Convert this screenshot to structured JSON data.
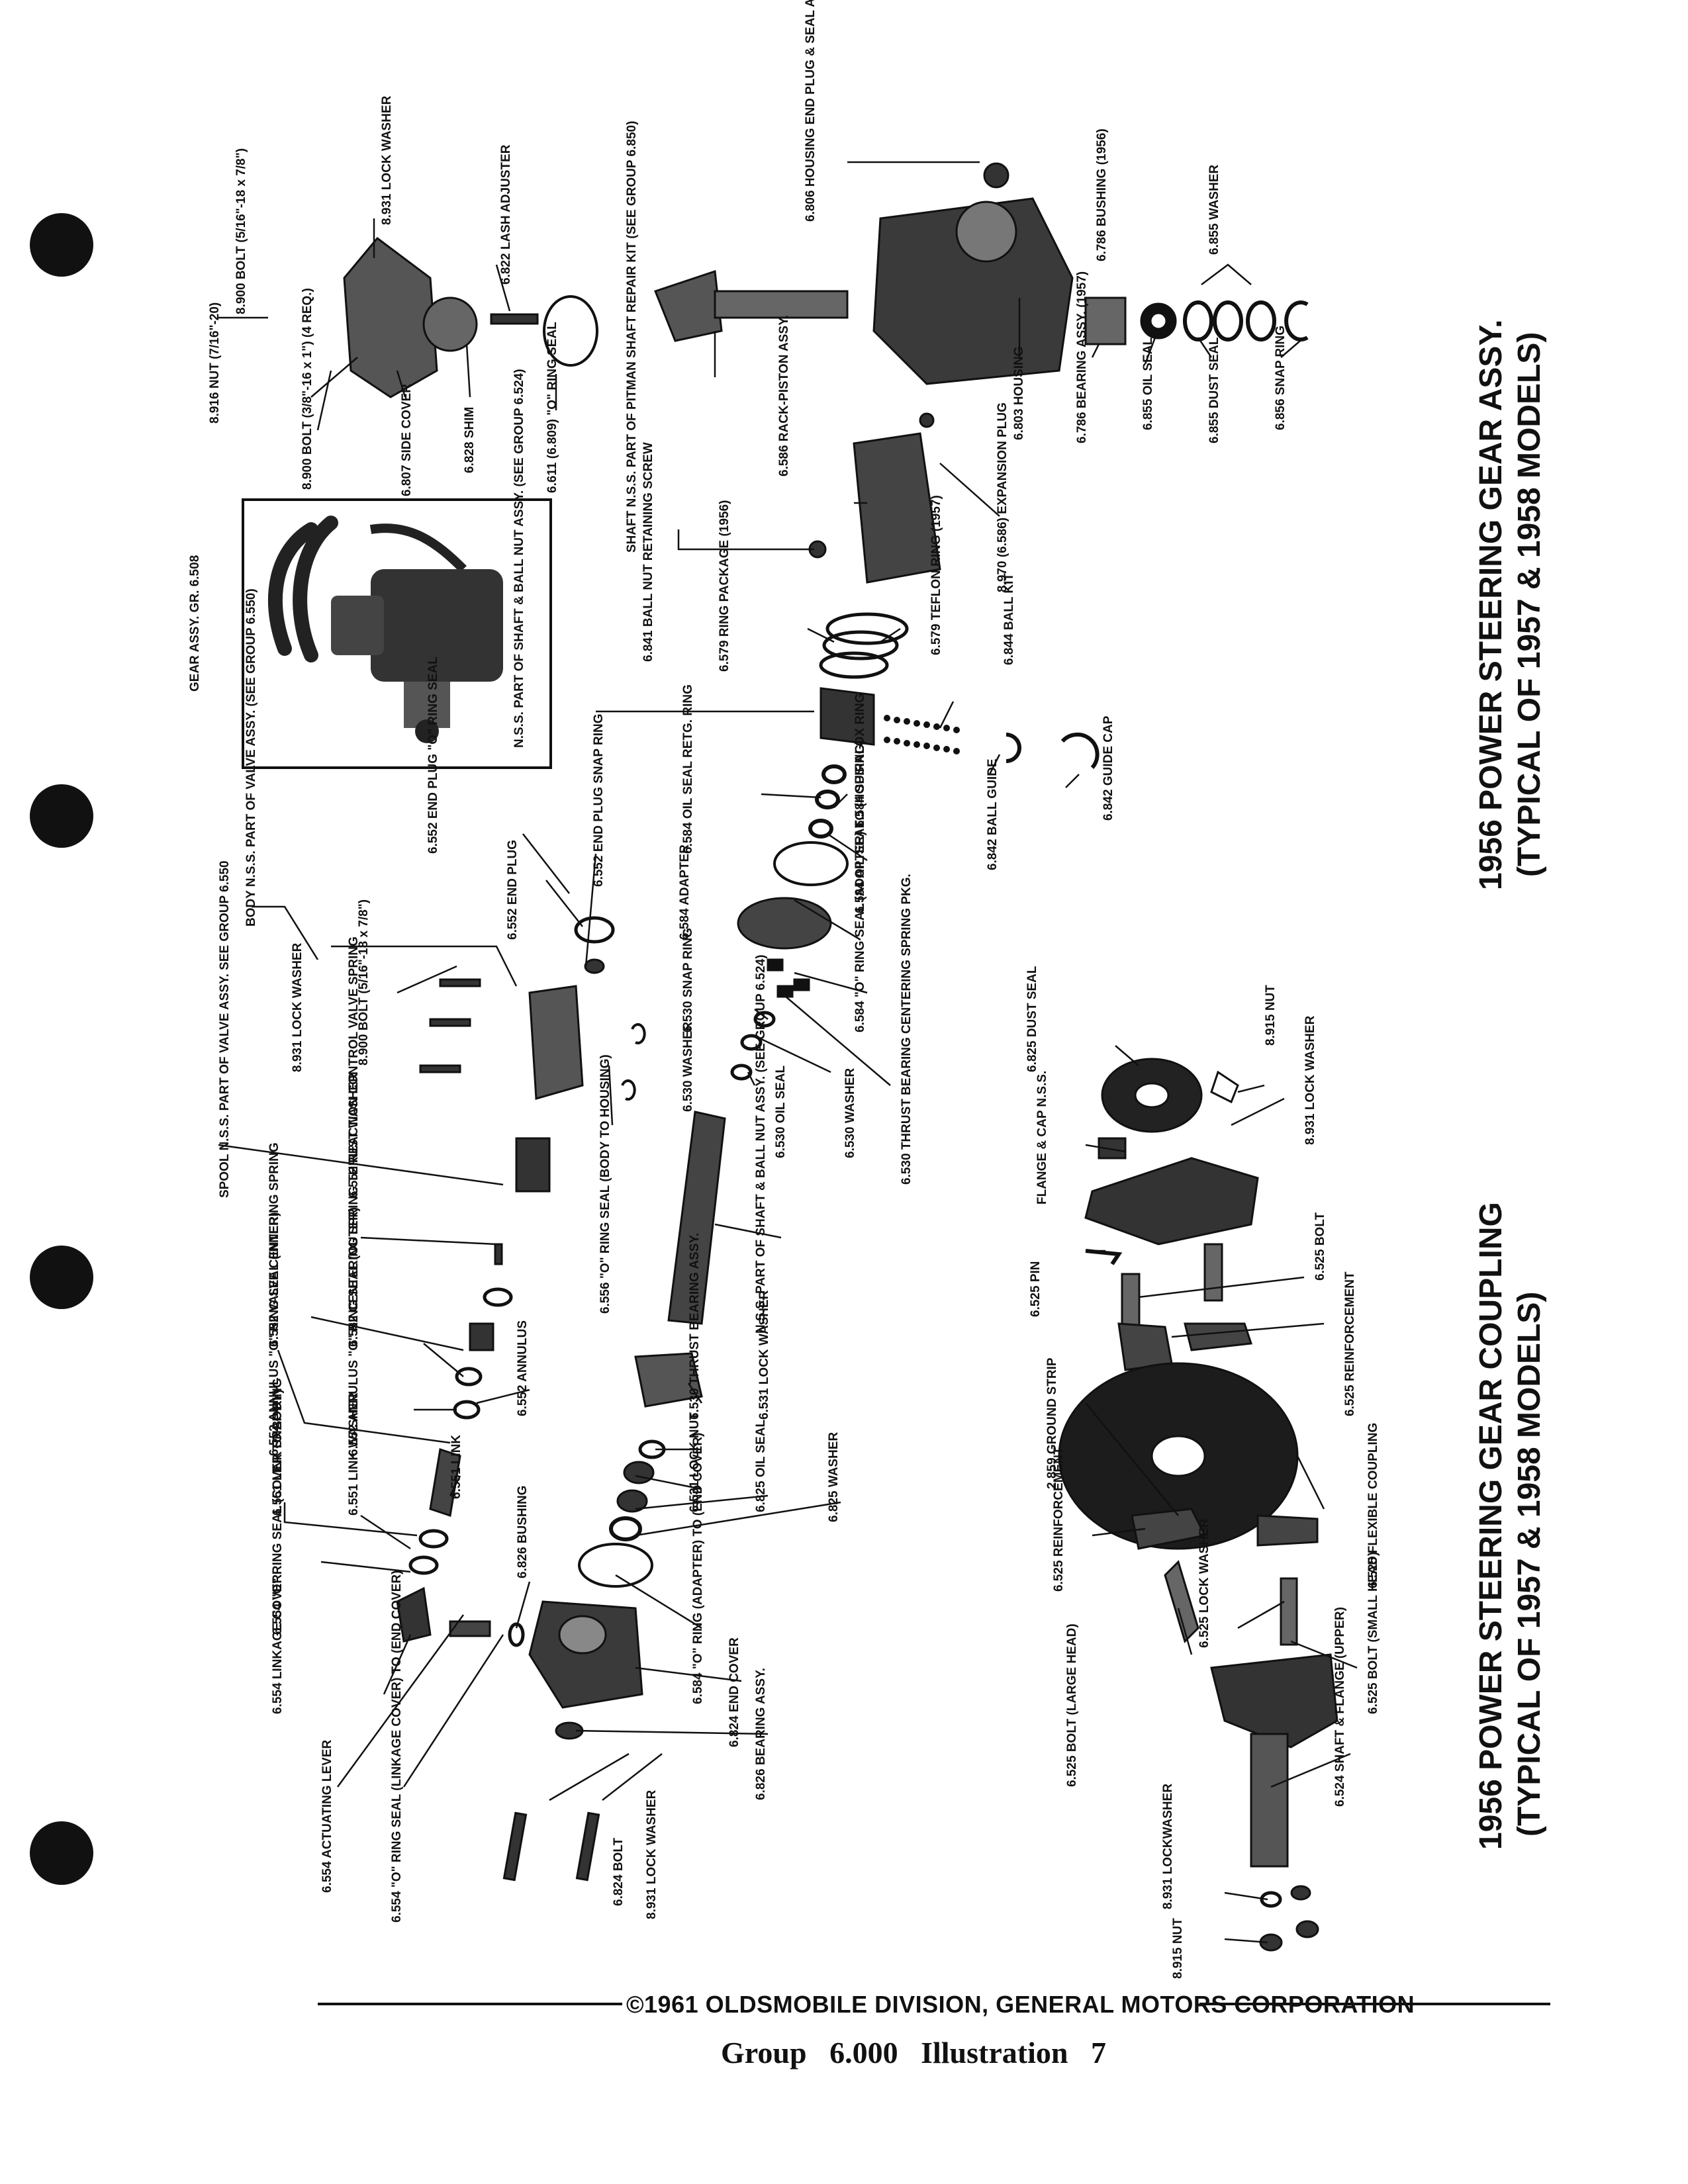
{
  "titles": {
    "gear_assy": "1956 POWER STEERING GEAR ASSY.",
    "gear_assy_sub": "(TYPICAL OF 1957 & 1958 MODELS)",
    "coupling": "1956 POWER STEERING GEAR COUPLING",
    "coupling_sub": "(TYPICAL OF 1957 & 1958 MODELS)"
  },
  "footer": {
    "copyright": "©1961 OLDSMOBILE DIVISION, GENERAL MOTORS CORPORATION",
    "group_word": "Group",
    "group_number": "6.000",
    "illustration_word": "Illustration",
    "illustration_number": "7"
  },
  "photo_caption": "GEAR ASSY. GR. 6.508",
  "labels": [
    "8.900 BOLT (5/16\"-18 x 7/8\")",
    "8.931 LOCK WASHER",
    "6.822 LASH ADJUSTER",
    "8.916 NUT (7/16\"-20)",
    "8.900 BOLT (3/8\"-16 x 1\") (4 REQ.)",
    "6.807 SIDE COVER",
    "6.828 SHIM",
    "6.611 (6.809) \"O\" RING SEAL",
    "6.806 HOUSING END PLUG & SEAL ASSY.",
    "6.786 BUSHING (1956)",
    "6.855 WASHER",
    "SHAFT N.S.S. PART OF PITMAN SHAFT REPAIR KIT (SEE GROUP 6.850)",
    "6.803 HOUSING",
    "6.786 BEARING ASSY. (1957)",
    "6.855 OIL SEAL",
    "6.855 DUST SEAL",
    "6.856 SNAP RING",
    "6.586 RACK-PISTON ASSY.",
    "8.970 (6.586) EXPANSION PLUG",
    "6.841 BALL NUT RETAINING SCREW",
    "6.579 RING PACKAGE (1956)",
    "6.579 TEFLON RING (1957)",
    "6.844 BALL KIT",
    "N.S.S. PART OF SHAFT & BALL NUT ASSY. (SEE GROUP 6.524)",
    "6.584 OIL SEAL RETG. RING",
    "6.584 SPIRALOX RING",
    "6.584 OIL SEAL",
    "6.842 BALL GUIDE",
    "6.842 GUIDE CAP",
    "6.584 ADAPTER",
    "6.584 \"O\" RING SEAL (ADAPTER) TO (HOUSING)",
    "6.530 SNAP RING",
    "6.530 WASHER",
    "6.530 OIL SEAL",
    "6.530 WASHER",
    "6.530 THRUST BEARING CENTERING SPRING PKG.",
    "BODY N.S.S. PART OF VALVE ASSY. (SEE GROUP 6.550)",
    "6.552 END PLUG \"O\" RING SEAL",
    "6.552 END PLUG",
    "6.552 END PLUG SNAP RING",
    "8.931 LOCK WASHER",
    "8.900 BOLT (5/16\"-18 x 7/8\")",
    "SPOOL N.S.S. PART OF VALVE ASSY. SEE GROUP 6.550",
    "6.552 REACTION CONTROL VALVE SPRING",
    "6.556 \"O\" RING SEAL (BODY TO HOUSING)",
    "6.552 VALVE CENTERING SPRING",
    "6.552 CENTERING SPRING THRUST WASHER",
    "N.S.S. PART OF SHAFT & BALL NUT ASSY. (SEE GROUP 6.524)",
    "6.552 ANNULUS \"O\" RING SEAL (INNER)",
    "6.552 ANNULUS \"O\" RING SEAL (OUTER)",
    "6.552 ANNULUS",
    "6.530 THRUST BEARING ASSY.",
    "6.531 LOCK WASHER",
    "6.551 LINK SNAP RING",
    "6.551 LINK WASHER",
    "6.551 LINK",
    "6.531 LOCK NUT",
    "6.825 OIL SEAL",
    "6.825 WASHER",
    "6.554 \"O\" RING SEAL (COVER TO BODY)",
    "6.826 BUSHING",
    "6.584 \"O\" RING (ADAPTER) TO (END COVER)",
    "6.554 LINKAGE COVER",
    "6.824 END COVER",
    "6.826 BEARING ASSY.",
    "6.554 ACTUATING LEVER",
    "6.554 \"O\" RING SEAL (LINKAGE COVER) TO (END COVER)",
    "6.824 BOLT",
    "8.931 LOCK WASHER",
    "6.825 DUST SEAL",
    "8.915 NUT",
    "8.931 LOCK WASHER",
    "FLANGE & CAP N.S.S.",
    "6.525 PIN",
    "6.525 BOLT",
    "6.525 REINFORCEMENT",
    "2.859 GROUND STRIP",
    "6.525 FLEXIBLE COUPLING",
    "6.525 REINFORCEMENT",
    "6.525 LOCK WASHER",
    "6.525 BOLT (LARGE HEAD)",
    "6.525 BOLT (SMALL HEAD)",
    "6.524 SHAFT & FLANGE (UPPER)",
    "8.931 LOCKWASHER",
    "8.915 NUT"
  ]
}
